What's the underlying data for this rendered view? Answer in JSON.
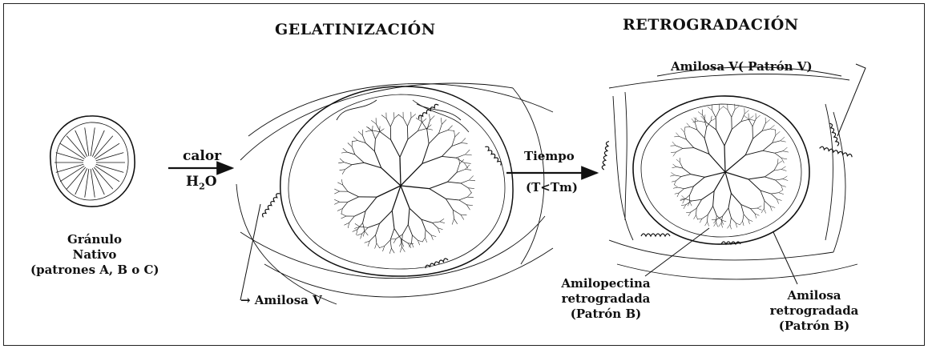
{
  "titles": {
    "gelatinization": "GELATINIZACIÓN",
    "retrogradation": "RETROGRADACIÓN"
  },
  "arrow1": {
    "top": "calor",
    "bottom_main": "H",
    "bottom_sub": "2",
    "bottom_end": "O"
  },
  "arrow2": {
    "top": "Tiempo",
    "bottom": "(T<Tm)"
  },
  "native_granule": {
    "line1": "Gránulo",
    "line2": "Nativo",
    "line3": "(patrones A, B o C)"
  },
  "labels": {
    "amilosa_v": "Amilosa V",
    "amilosa_v_patron": "Amilosa V( Patrón V)",
    "amilopectina": {
      "line1": "Amilopectina",
      "line2": "retrogradada",
      "line3": "(Patrón B)"
    },
    "amilosa_retro": {
      "line1": "Amilosa",
      "line2": "retrogradada",
      "line3": "(Patrón B)"
    }
  }
}
